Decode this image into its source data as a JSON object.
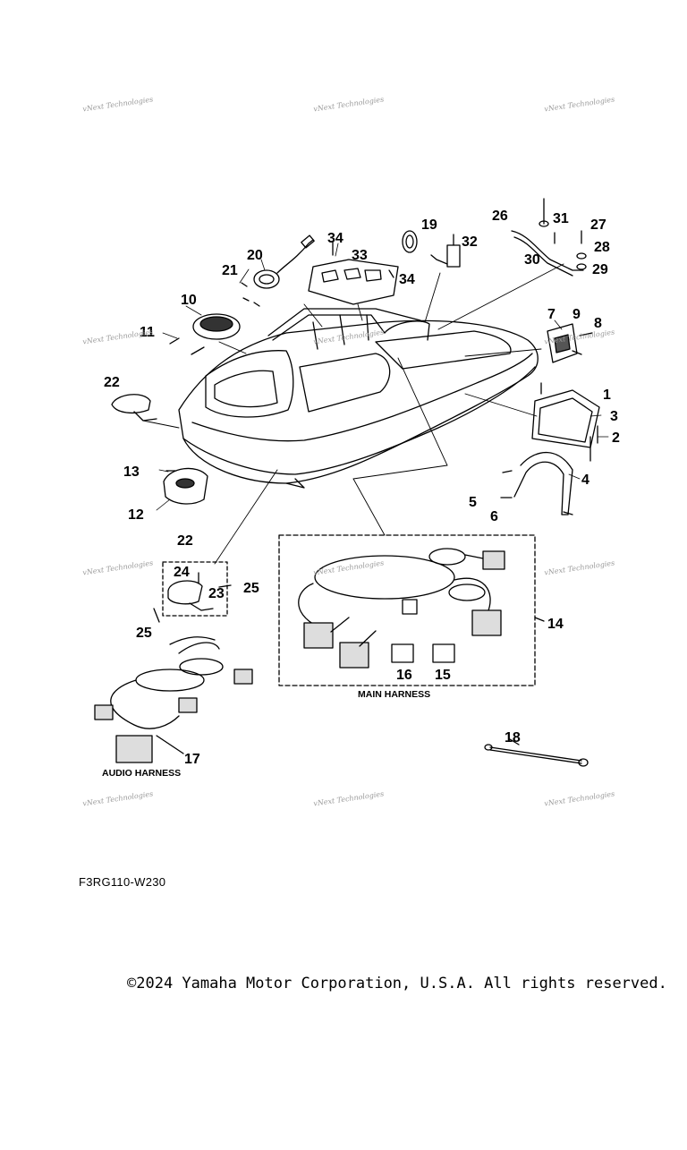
{
  "watermark_text": "vNext Technologies",
  "diagram_code": "F3RG110-W230",
  "copyright": "©2024 Yamaha Motor Corporation, U.S.A. All rights reserved.",
  "harness_captions": {
    "main": "MAIN HARNESS",
    "audio": "AUDIO HARNESS"
  },
  "part_numbers": [
    "1",
    "2",
    "3",
    "4",
    "5",
    "6",
    "7",
    "8",
    "9",
    "10",
    "11",
    "12",
    "13",
    "14",
    "15",
    "16",
    "17",
    "18",
    "19",
    "20",
    "21",
    "22",
    "22",
    "23",
    "24",
    "25",
    "25",
    "26",
    "27",
    "28",
    "29",
    "30",
    "31",
    "32",
    "33",
    "34",
    "34"
  ]
}
